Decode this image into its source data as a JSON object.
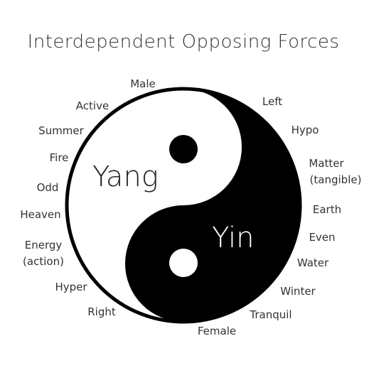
{
  "title": "Interdependent Opposing Forces",
  "colors": {
    "yin": "#000000",
    "yang": "#ffffff",
    "outline": "#000000",
    "text": "#333333"
  },
  "symbol": {
    "yang_label": "Yang",
    "yin_label": "Yin"
  },
  "yang_attributes": [
    "Male",
    "Active",
    "Summer",
    "Fire",
    "Odd",
    "Heaven",
    "Energy (action)",
    "Hyper",
    "Right"
  ],
  "yin_attributes": [
    "Left",
    "Hypo",
    "Matter (tangible)",
    "Earth",
    "Even",
    "Water",
    "Winter",
    "Tranquil",
    "Female"
  ]
}
